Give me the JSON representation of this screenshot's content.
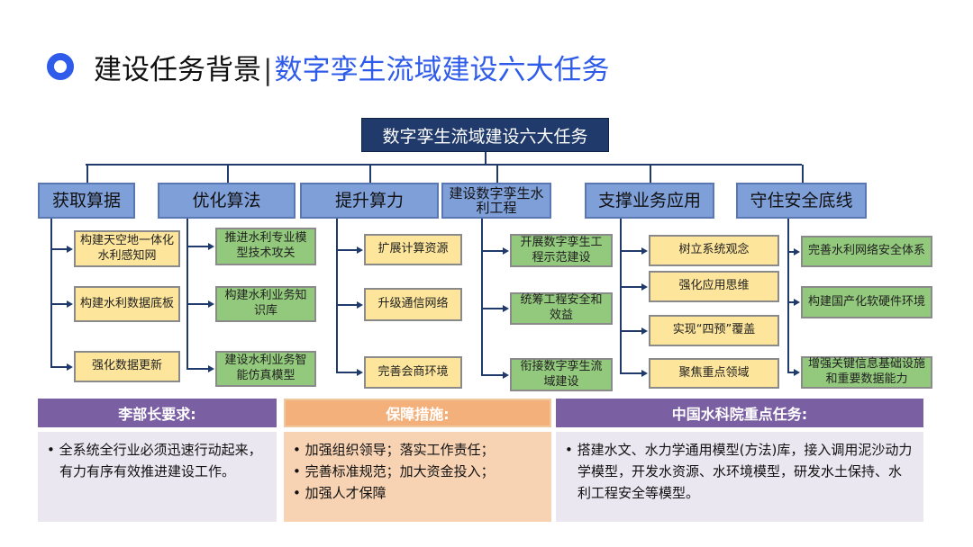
{
  "header": {
    "title": "建设任务背景",
    "separator": "|",
    "subtitle": "数字孪生流域建设六大任务"
  },
  "chart": {
    "root": "数字孪生流域建设六大任务",
    "categories": [
      {
        "label": "获取算据",
        "children": [
          {
            "text": "构建天空地一体化水利感知网",
            "color": "yellow"
          },
          {
            "text": "构建水利数据底板",
            "color": "yellow"
          },
          {
            "text": "强化数据更新",
            "color": "yellow"
          }
        ]
      },
      {
        "label": "优化算法",
        "children": [
          {
            "text": "推进水利专业模型技术攻关",
            "color": "green"
          },
          {
            "text": "构建水利业务知识库",
            "color": "green"
          },
          {
            "text": "建设水利业务智能仿真模型",
            "color": "green"
          }
        ]
      },
      {
        "label": "提升算力",
        "children": [
          {
            "text": "扩展计算资源",
            "color": "yellow"
          },
          {
            "text": "升级通信网络",
            "color": "yellow"
          },
          {
            "text": "完善会商环境",
            "color": "yellow"
          }
        ]
      },
      {
        "label": "建设数字孪生水利工程",
        "children": [
          {
            "text": "开展数字孪生工程示范建设",
            "color": "green"
          },
          {
            "text": "统筹工程安全和效益",
            "color": "green"
          },
          {
            "text": "衔接数字孪生流域建设",
            "color": "green"
          }
        ]
      },
      {
        "label": "支撑业务应用",
        "children": [
          {
            "text": "树立系统观念",
            "color": "yellow"
          },
          {
            "text": "强化应用思维",
            "color": "yellow"
          },
          {
            "text": "实现“四预”覆盖",
            "color": "yellow"
          },
          {
            "text": "聚焦重点领域",
            "color": "yellow"
          }
        ]
      },
      {
        "label": "守住安全底线",
        "children": [
          {
            "text": "完善水利网络安全体系",
            "color": "green"
          },
          {
            "text": "构建国产化软硬件环境",
            "color": "green"
          },
          {
            "text": "增强关键信息基础设施和重要数据能力",
            "color": "green"
          }
        ]
      }
    ]
  },
  "panels": [
    {
      "title": "李部长要求:",
      "items": [
        "• 全系统全行业必须迅速行动起来，有力有序有效推进建设工作。"
      ]
    },
    {
      "title": "保障措施:",
      "items": [
        "• 加强组织领导；落实工作责任；",
        "• 完善标准规范；加大资金投入；",
        "• 加强人才保障"
      ]
    },
    {
      "title": "中国水科院重点任务:",
      "items": [
        "• 搭建水文、水力学通用模型(方法)库，接入调用泥沙动力学模型，开发水资源、水环境模型，研发水土保持、水利工程安全等模型。"
      ]
    }
  ],
  "colors": {
    "accent": "#2f5bea",
    "navy": "#1f3a6b",
    "category": "#7f9fd9",
    "yellow": "#fde59b",
    "green": "#93c97c",
    "purple": "#7a5fa3",
    "orange": "#f4b07a"
  }
}
